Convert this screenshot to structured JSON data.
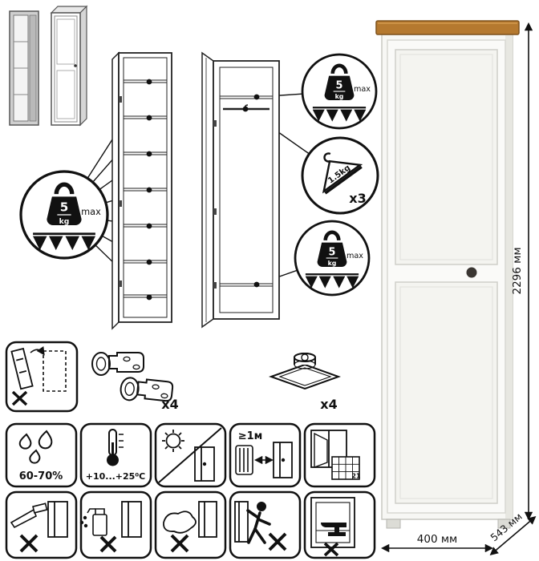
{
  "limits": {
    "shelf": {
      "value": "5",
      "unit": "kg",
      "max": "max"
    },
    "hanger": {
      "value": "1.5kg",
      "count": "x3"
    }
  },
  "hardware": {
    "hinges_count": "x4",
    "feet_count": "x4"
  },
  "care": {
    "humidity": "60-70%",
    "temperature": "+10...+25⁰C",
    "min_distance": "≥1м",
    "day_number": "21"
  },
  "dimensions": {
    "height": "2296 мм",
    "width": "400 мм",
    "depth": "543 мм"
  },
  "colors": {
    "wood_top": "#b5792f",
    "body": "#f7f7f4",
    "knob": "#3a3632",
    "line": "#111111"
  }
}
